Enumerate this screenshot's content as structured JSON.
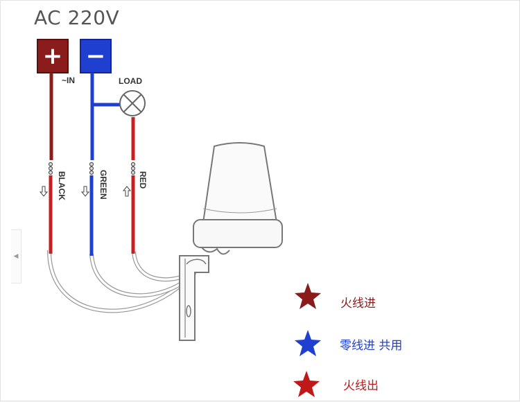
{
  "title": "AC 220V",
  "terminals": {
    "plus": "+",
    "minus": "−"
  },
  "labels": {
    "in": "~IN",
    "load": "LOAD",
    "black": "BLACK",
    "green": "GREEN",
    "red": "RED"
  },
  "legend": [
    {
      "text": "火线进",
      "color": "#8b1a1a"
    },
    {
      "text": "零线进 共用",
      "color": "#1f3fd0"
    },
    {
      "text": "火线出",
      "color": "#c01818"
    }
  ],
  "colors": {
    "live": "#8a1c1c",
    "neutral": "#1f3fd0",
    "out": "#c82020"
  },
  "icons": [
    "plus-icon",
    "minus-icon",
    "lamp-load-icon",
    "star-icon",
    "arrow-down-icon",
    "arrow-up-icon",
    "chevron-left-icon"
  ]
}
